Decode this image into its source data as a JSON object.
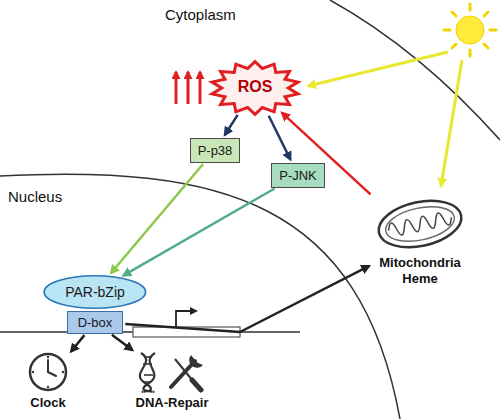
{
  "diagram": {
    "nodes": [
      {
        "text": [
          "ROS"
        ]
      },
      {
        "text": [
          "P-p38"
        ]
      },
      {
        "text": [
          "P-JNK"
        ]
      },
      {
        "text": [
          "Mitochondria Heme"
        ]
      },
      {
        "text": [
          "PAR-bZip"
        ]
      },
      {
        "text": [
          "D-box"
        ]
      },
      {
        "text": [
          "Clock"
        ]
      },
      {
        "text": [
          "DNA-Repair"
        ]
      }
    ],
    "edges": [
      {
        "from": 0,
        "to": 1,
        "arrow": "to"
      },
      {
        "from": 0,
        "to": 2,
        "arrow": "to"
      },
      {
        "from": 3,
        "to": 0,
        "arrow": "to"
      },
      {
        "from": 1,
        "to": 4,
        "arrow": "to"
      },
      {
        "from": 2,
        "to": 4,
        "arrow": "to"
      },
      {
        "from": 5,
        "to": 3,
        "arrow": "to"
      },
      {
        "from": 5,
        "to": 6,
        "arrow": "to"
      },
      {
        "from": 5,
        "to": 7,
        "arrow": "to"
      }
    ],
    "labels": [
      "Cytoplasm",
      "Nucleus"
    ]
  }
}
